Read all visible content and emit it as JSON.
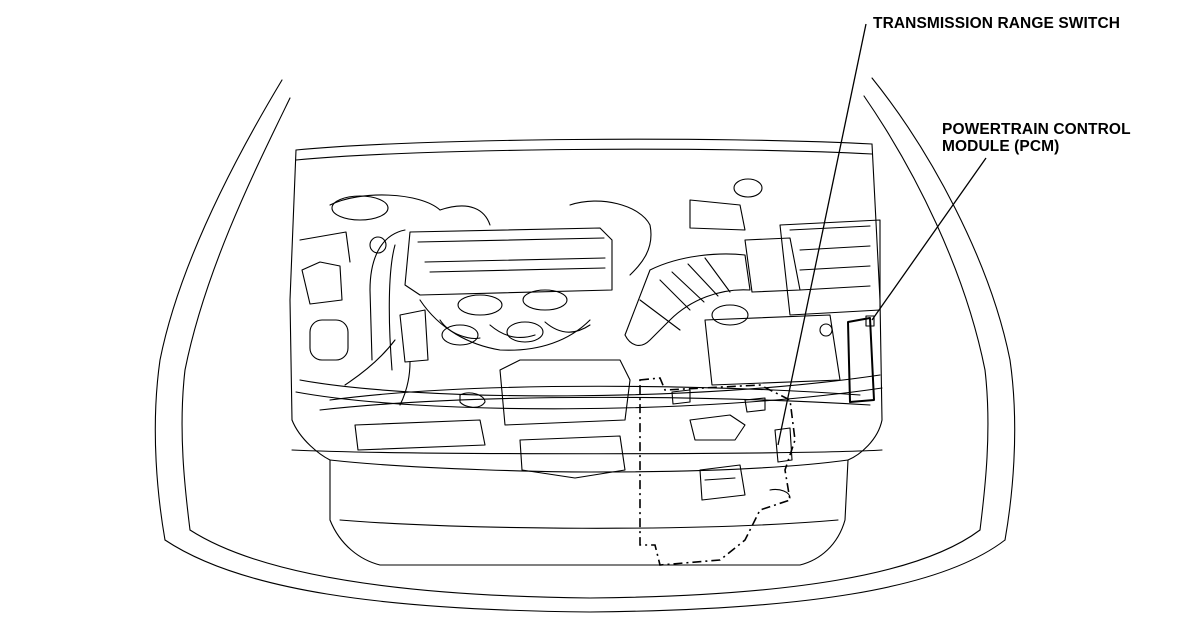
{
  "labels": {
    "transmission_range_switch": "TRANSMISSION RANGE SWITCH",
    "pcm_line1": "POWERTRAIN CONTROL",
    "pcm_line2": "MODULE (PCM)"
  },
  "colors": {
    "background": "#ffffff",
    "line": "#000000"
  }
}
